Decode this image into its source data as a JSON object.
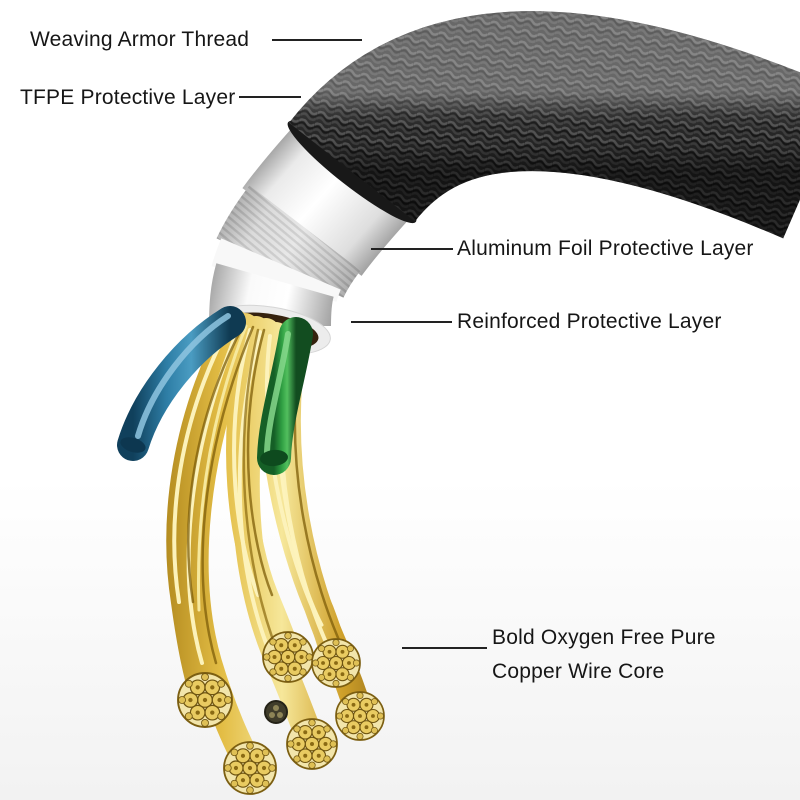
{
  "diagram": {
    "title": "Cable cutaway layer diagram",
    "type": "product-callout-diagram"
  },
  "labels": {
    "weaving": "Weaving Armor Thread",
    "tfpe": "TFPE Protective Layer",
    "aluminum": "Aluminum Foil Protective Layer",
    "reinforced": "Reinforced Protective Layer",
    "copper_line1": "Bold Oxygen Free Pure",
    "copper_line2": "Copper Wire Core"
  },
  "colors": {
    "background": "#ffffff",
    "braided_sleeve": "#2a2a2a",
    "tfpe_layer": "#f2f2f2",
    "aluminum_foil": "#cfcfcf",
    "reinforced_layer": "#f7f7f7",
    "copper_wire": "#d9b43c",
    "copper_highlight": "#fcf2ba",
    "wire_blue": "#2e7ea6",
    "wire_green": "#2f9e42",
    "label_text": "#161616",
    "leader_line": "#222222"
  }
}
